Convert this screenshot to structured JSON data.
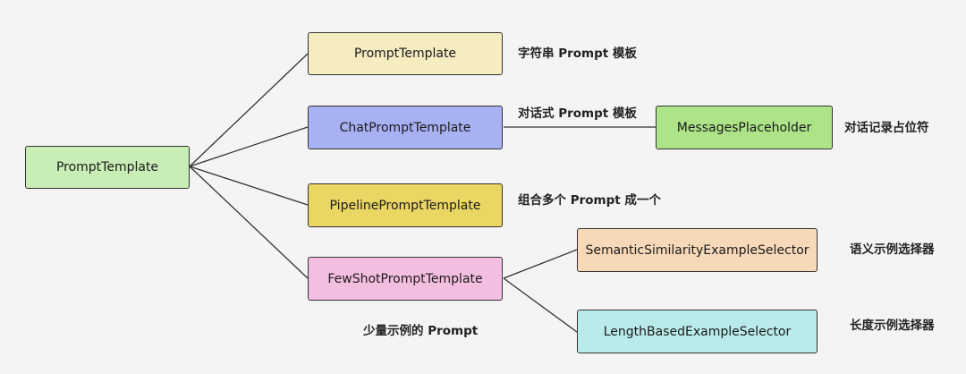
{
  "nodes": {
    "root": {
      "label": "PromptTemplate",
      "fill": "#c8eeb5"
    },
    "prompt": {
      "label": "PromptTemplate",
      "fill": "#f5ecc0"
    },
    "chat": {
      "label": "ChatPromptTemplate",
      "fill": "#a7b1f3"
    },
    "messages": {
      "label": "MessagesPlaceholder",
      "fill": "#ace487"
    },
    "pipeline": {
      "label": "PipelinePromptTemplate",
      "fill": "#ead663"
    },
    "fewshot": {
      "label": "FewShotPromptTemplate",
      "fill": "#f4bee0"
    },
    "semantic": {
      "label": "SemanticSimilarityExampleSelector",
      "fill": "#f7d8b8"
    },
    "length": {
      "label": "LengthBasedExampleSelector",
      "fill": "#b8ebea"
    }
  },
  "notes": {
    "prompt": "字符串 Prompt 模板",
    "chat": "对话式 Prompt 模板",
    "messages": "对话记录占位符",
    "pipeline": "组合多个 Prompt 成一个",
    "fewshot": "少量示例的 Prompt",
    "semantic": "语义示例选择器",
    "length": "长度示例选择器"
  }
}
